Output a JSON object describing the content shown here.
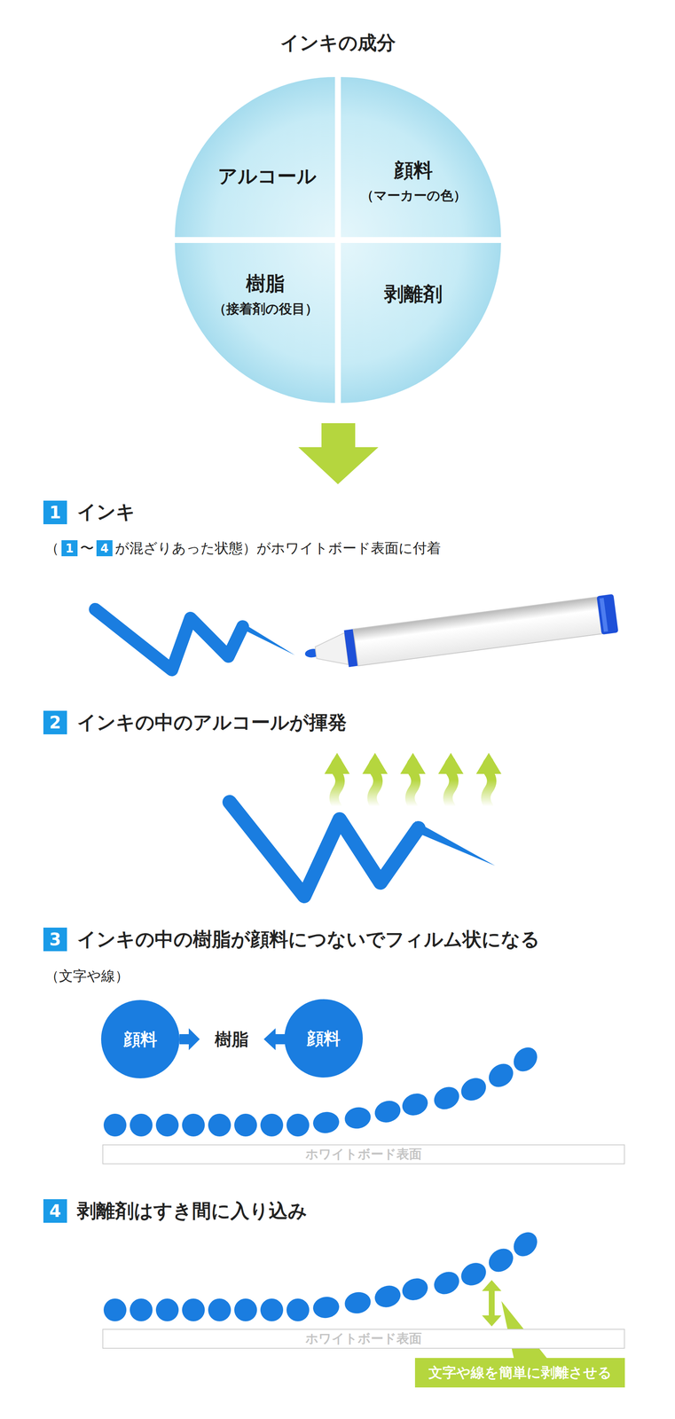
{
  "diagram": {
    "title": "インキの成分",
    "nodes": [
      {
        "text": [
          "アルコール"
        ]
      },
      {
        "text": [
          "顔料",
          "（マーカーの色）"
        ]
      },
      {
        "text": [
          "樹脂",
          "（接着剤の役目）"
        ]
      },
      {
        "text": [
          "剥離剤"
        ]
      },
      {
        "text": [
          "顔料"
        ]
      },
      {
        "text": [
          "顔料"
        ]
      },
      {
        "text": [
          "ホワイトボード表面"
        ]
      },
      {
        "text": [
          "ホワイトボード表面"
        ]
      },
      {
        "text": [
          "文字や線を簡単に剥離させる"
        ]
      }
    ],
    "labels": [
      "1",
      "インキ",
      "（",
      "1",
      "〜",
      "4",
      "が混ざりあった状態）がホワイトボード表面に付着",
      "2",
      "インキの中のアルコールが揮発",
      "3",
      "インキの中の樹脂が顔料につないでフィルム状になる",
      "（文字や線）",
      "樹脂",
      "4",
      "剥離剤はすき間に入り込み"
    ]
  }
}
